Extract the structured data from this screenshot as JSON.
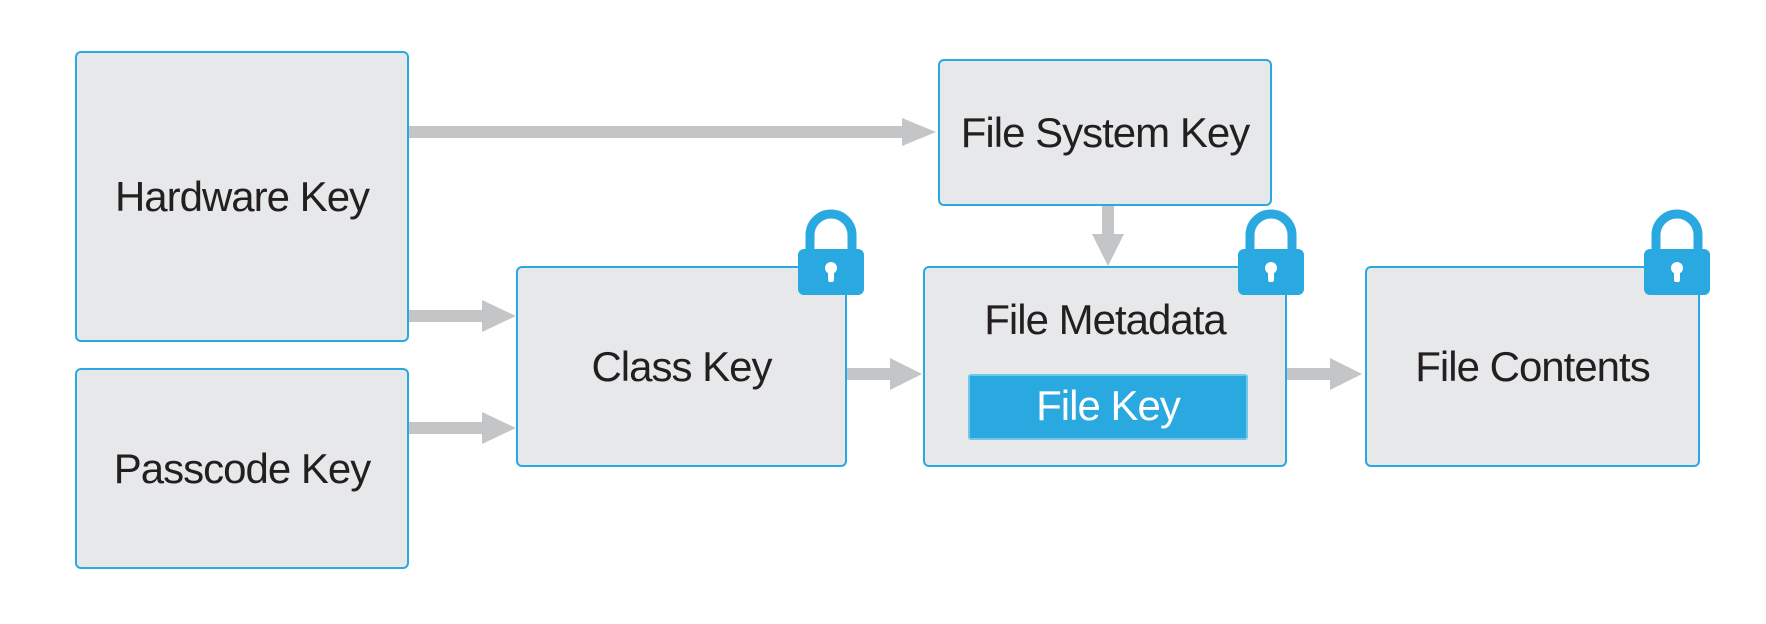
{
  "diagram": {
    "nodes": {
      "hardware_key": "Hardware Key",
      "passcode_key": "Passcode Key",
      "class_key": "Class Key",
      "file_system_key": "File System Key",
      "file_metadata": "File Metadata",
      "file_key": "File Key",
      "file_contents": "File Contents"
    },
    "edges": [
      [
        "Hardware Key",
        "File System Key"
      ],
      [
        "Hardware Key",
        "Class Key"
      ],
      [
        "Passcode Key",
        "Class Key"
      ],
      [
        "File System Key",
        "File Metadata"
      ],
      [
        "Class Key",
        "File Metadata"
      ],
      [
        "File Metadata",
        "File Contents"
      ]
    ],
    "locked_nodes": [
      "Class Key",
      "File Metadata",
      "File Contents"
    ],
    "colors": {
      "box_fill": "#e7e8e9",
      "box_border": "#29a9e0",
      "accent": "#29a9e0",
      "arrow": "#c4c5c7",
      "text": "#231f20"
    },
    "icons": {
      "lock": "lock-icon"
    }
  }
}
